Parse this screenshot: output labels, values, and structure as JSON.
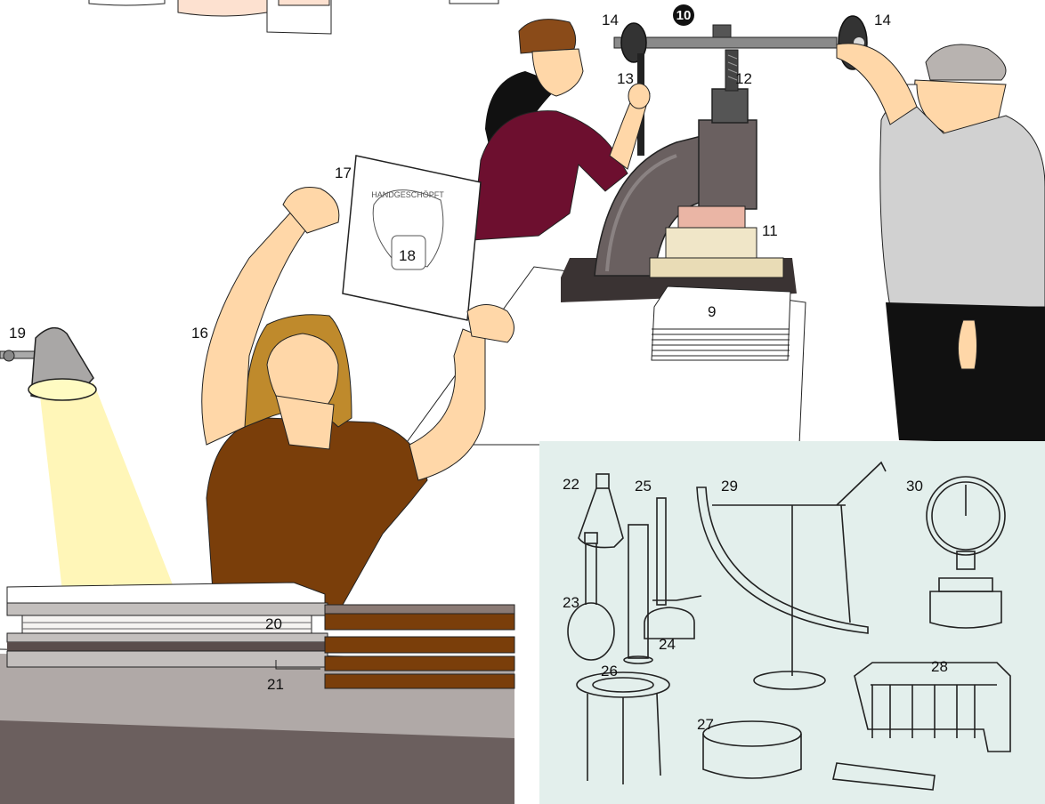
{
  "labels": {
    "l9": "9",
    "l10": "10",
    "l11": "11",
    "l12": "12",
    "l13": "13",
    "l14a": "14",
    "l14b": "14",
    "l16": "16",
    "l17": "17",
    "l18": "18",
    "l19": "19",
    "l20": "20",
    "l21": "21",
    "l22": "22",
    "l23": "23",
    "l24": "24",
    "l25": "25",
    "l26": "26",
    "l27": "27",
    "l28": "28",
    "l29": "29",
    "l30": "30"
  },
  "watermark_text": "HANDGESCHÖPFT",
  "colors": {
    "inset_bg": "#e3efec",
    "lamp_light": "#fff6b8",
    "shirt_brown": "#7a3e0a",
    "shirt_maroon": "#6d0f2f",
    "press_gray": "#6a6060",
    "skin": "#ffd7a8",
    "counter_gray": "#6b5f5e"
  }
}
